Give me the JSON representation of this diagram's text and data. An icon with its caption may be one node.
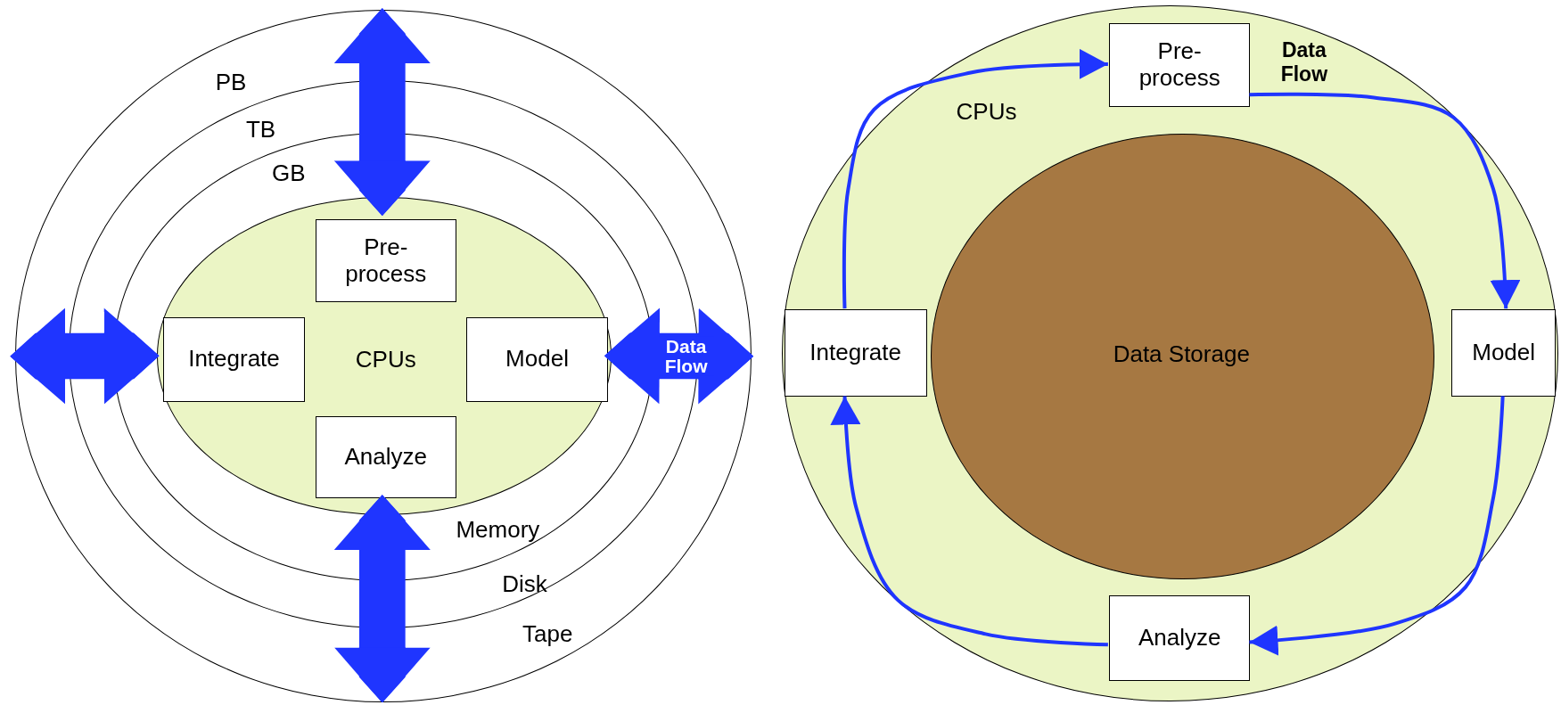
{
  "diagram": {
    "nodes": [
      {
        "text": [],
        "shape": "circle"
      },
      {
        "text": [],
        "shape": "circle",
        "in": 0
      },
      {
        "text": [],
        "shape": "circle",
        "in": 1
      },
      {
        "text": [
          "CPUs"
        ],
        "in": 2
      },
      {
        "text": [
          "Pre- process"
        ],
        "in": 3
      },
      {
        "text": [
          "Integrate"
        ],
        "in": 3
      },
      {
        "text": [
          "Model"
        ],
        "in": 3
      },
      {
        "text": [
          "Analyze"
        ],
        "in": 3
      },
      {
        "text": [
          "CPUs"
        ]
      },
      {
        "text": [
          "Data Storage"
        ],
        "in": 8
      },
      {
        "text": [
          "Pre- process"
        ],
        "in": 8
      },
      {
        "text": [
          "Integrate"
        ],
        "in": 8
      },
      {
        "text": [
          "Model"
        ],
        "in": 8
      },
      {
        "text": [
          "Analyze"
        ],
        "in": 8
      }
    ],
    "edges": [
      {
        "from": 4,
        "to": null,
        "arrow": "both",
        "style": "thick"
      },
      {
        "from": 5,
        "to": null,
        "arrow": "both",
        "style": "thick"
      },
      {
        "from": 6,
        "to": null,
        "arrow": "both",
        "style": "thick",
        "label": "Data Flow"
      },
      {
        "from": 7,
        "to": null,
        "arrow": "both",
        "style": "thick"
      },
      {
        "from": 11,
        "to": 10,
        "arrow": "to"
      },
      {
        "from": 10,
        "to": 12,
        "arrow": "to"
      },
      {
        "from": 12,
        "to": 13,
        "arrow": "to"
      },
      {
        "from": 13,
        "to": 11,
        "arrow": "to"
      }
    ],
    "labels": [
      "PB",
      "TB",
      "GB",
      "Memory",
      "Disk",
      "Tape",
      "Data Flow"
    ]
  }
}
